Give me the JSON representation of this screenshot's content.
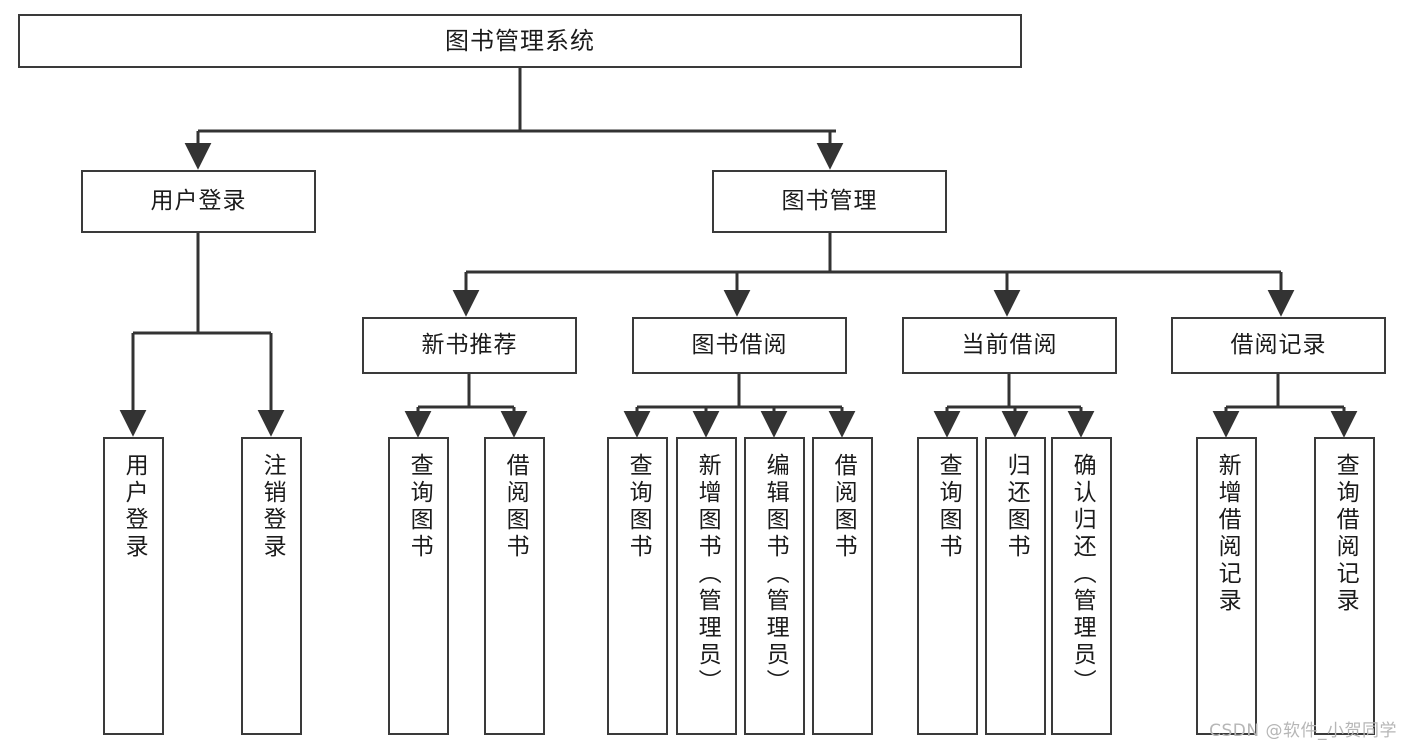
{
  "diagram": {
    "title": "图书管理系统",
    "type": "tree",
    "orientation": "top-down",
    "watermark": "CSDN @软件_小贺同学",
    "colors": {
      "box_border": "#3a3a3a",
      "box_fill": "#ffffff",
      "connector": "#333333",
      "text": "#1b1b1b",
      "watermark": "#b6b6b6",
      "background": "#ffffff"
    }
  },
  "nodes": {
    "root": {
      "label": "图书管理系统"
    },
    "level1": [
      {
        "id": "user-login",
        "label": "用户登录"
      },
      {
        "id": "book-manage",
        "label": "图书管理"
      }
    ],
    "level2": [
      {
        "id": "new-book-recommend",
        "label": "新书推荐"
      },
      {
        "id": "book-borrow",
        "label": "图书借阅"
      },
      {
        "id": "current-borrow",
        "label": "当前借阅"
      },
      {
        "id": "borrow-record",
        "label": "借阅记录"
      }
    ],
    "leaves": {
      "user-login": [
        {
          "id": "leaf-user-login",
          "label": "用户登录"
        },
        {
          "id": "leaf-logout",
          "label": "注销登录"
        }
      ],
      "new-book-recommend": [
        {
          "id": "leaf-query-book-1",
          "label": "查询图书"
        },
        {
          "id": "leaf-borrow-book-1",
          "label": "借阅图书"
        }
      ],
      "book-borrow": [
        {
          "id": "leaf-query-book-2",
          "label": "查询图书"
        },
        {
          "id": "leaf-add-book",
          "label": "新增图书（管理员）"
        },
        {
          "id": "leaf-edit-book",
          "label": "编辑图书（管理员）"
        },
        {
          "id": "leaf-borrow-book-2",
          "label": "借阅图书"
        }
      ],
      "current-borrow": [
        {
          "id": "leaf-query-book-3",
          "label": "查询图书"
        },
        {
          "id": "leaf-return-book",
          "label": "归还图书"
        },
        {
          "id": "leaf-confirm-return",
          "label": "确认归还（管理员）"
        }
      ],
      "borrow-record": [
        {
          "id": "leaf-add-record",
          "label": "新增借阅记录"
        },
        {
          "id": "leaf-query-record",
          "label": "查询借阅记录"
        }
      ]
    }
  },
  "edges": [
    {
      "from": "root",
      "to": "user-login"
    },
    {
      "from": "root",
      "to": "book-manage"
    },
    {
      "from": "book-manage",
      "to": "new-book-recommend"
    },
    {
      "from": "book-manage",
      "to": "book-borrow"
    },
    {
      "from": "book-manage",
      "to": "current-borrow"
    },
    {
      "from": "book-manage",
      "to": "borrow-record"
    },
    {
      "from": "user-login",
      "to": "leaf-user-login"
    },
    {
      "from": "user-login",
      "to": "leaf-logout"
    },
    {
      "from": "new-book-recommend",
      "to": "leaf-query-book-1"
    },
    {
      "from": "new-book-recommend",
      "to": "leaf-borrow-book-1"
    },
    {
      "from": "book-borrow",
      "to": "leaf-query-book-2"
    },
    {
      "from": "book-borrow",
      "to": "leaf-add-book"
    },
    {
      "from": "book-borrow",
      "to": "leaf-edit-book"
    },
    {
      "from": "book-borrow",
      "to": "leaf-borrow-book-2"
    },
    {
      "from": "current-borrow",
      "to": "leaf-query-book-3"
    },
    {
      "from": "current-borrow",
      "to": "leaf-return-book"
    },
    {
      "from": "current-borrow",
      "to": "leaf-confirm-return"
    },
    {
      "from": "borrow-record",
      "to": "leaf-add-record"
    },
    {
      "from": "borrow-record",
      "to": "leaf-query-record"
    }
  ]
}
